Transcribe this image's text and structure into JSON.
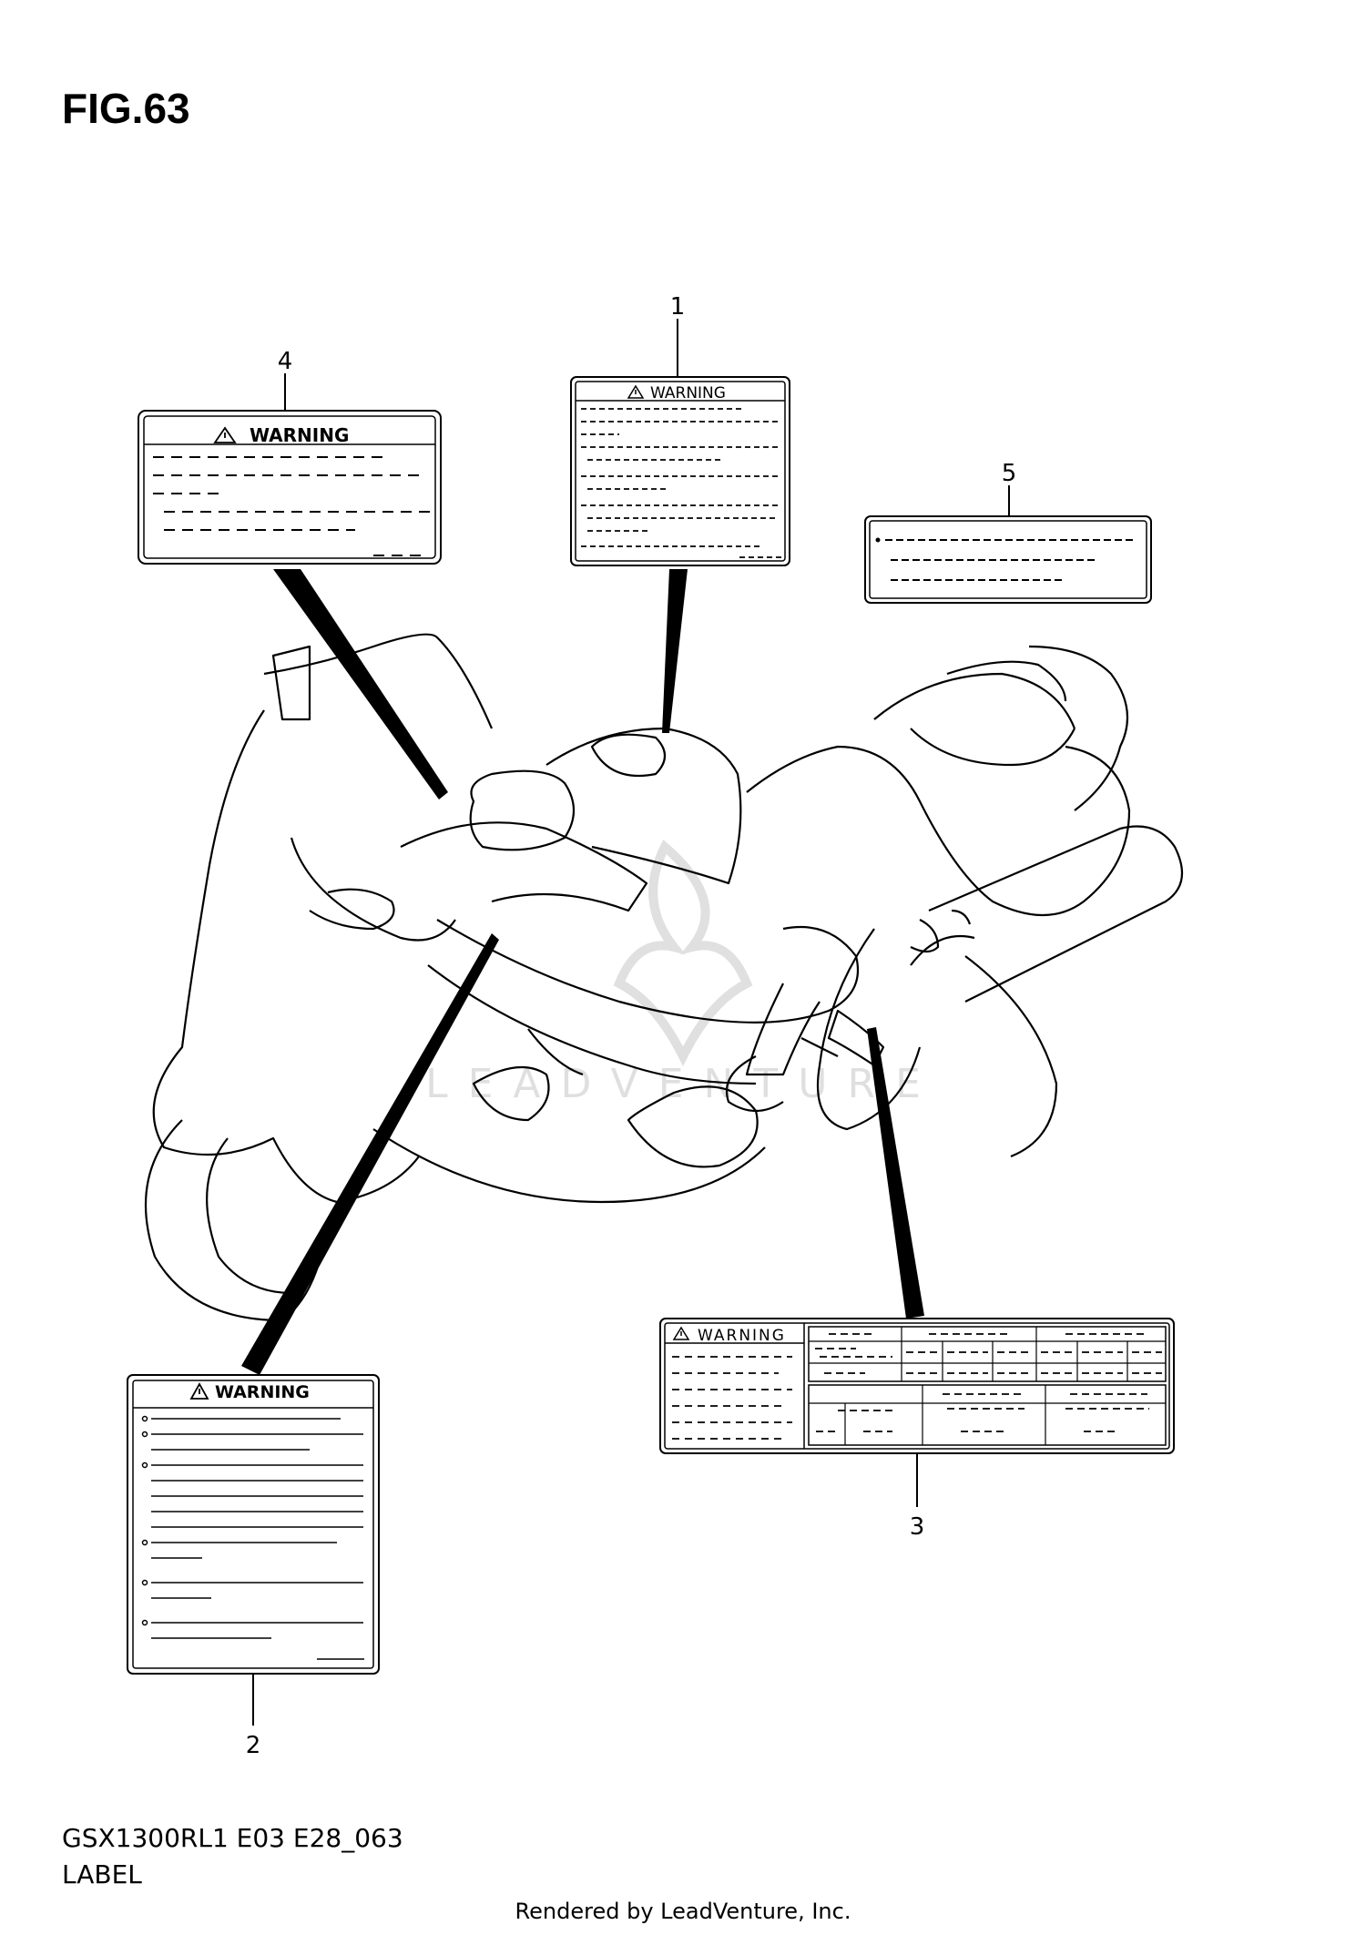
{
  "figure": {
    "title": "FIG.63",
    "model_code": "GSX1300RL1 E03 E28_063",
    "caption": "LABEL"
  },
  "callouts": [
    {
      "number": "1",
      "label_heading": "WARNING"
    },
    {
      "number": "2",
      "label_heading": "WARNING"
    },
    {
      "number": "3",
      "label_heading": "WARNING"
    },
    {
      "number": "4",
      "label_heading": "WARNING"
    },
    {
      "number": "5"
    }
  ],
  "watermark": "LEADVENTURE",
  "footer": "Rendered by LeadVenture, Inc."
}
